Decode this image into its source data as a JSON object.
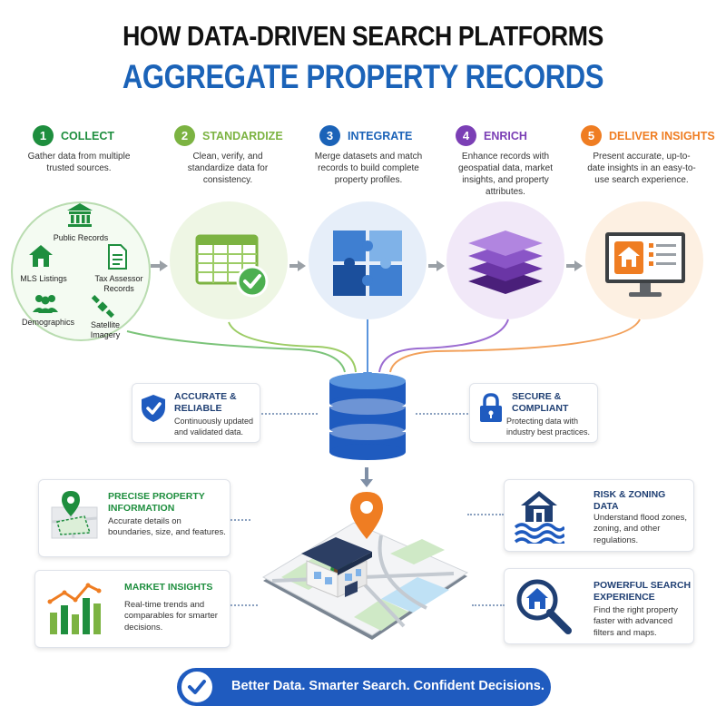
{
  "title": {
    "line1": "HOW DATA-DRIVEN SEARCH PLATFORMS",
    "line2": "AGGREGATE PROPERTY RECORDS"
  },
  "steps": [
    {
      "num": "1",
      "label": "COLLECT",
      "color": "#1e8e3e",
      "desc": "Gather data from multiple trusted sources."
    },
    {
      "num": "2",
      "label": "STANDARDIZE",
      "color": "#7cb342",
      "desc": "Clean, verify, and standardize data for consistency."
    },
    {
      "num": "3",
      "label": "INTEGRATE",
      "color": "#1b63b8",
      "desc": "Merge datasets and match records to build complete property profiles."
    },
    {
      "num": "4",
      "label": "ENRICH",
      "color": "#7b3fb5",
      "desc": "Enhance records with geospatial data, market insights, and property attributes."
    },
    {
      "num": "5",
      "label": "DELIVER INSIGHTS",
      "color": "#ef7d22",
      "desc": "Present accurate, up-to-date insights in an easy-to-use search experience."
    }
  ],
  "sources": {
    "public_records": "Public Records",
    "mls": "MLS Listings",
    "tax": "Tax Assessor Records",
    "demographics": "Demographics",
    "satellite": "Satellite Imagery"
  },
  "features": {
    "accurate": {
      "title": "ACCURATE & RELIABLE",
      "desc": "Continuously updated and validated data."
    },
    "secure": {
      "title": "SECURE & COMPLIANT",
      "desc": "Protecting data with industry best practices."
    },
    "precise": {
      "title": "PRECISE PROPERTY INFORMATION",
      "desc": "Accurate details on boundaries, size, and features."
    },
    "market": {
      "title": "MARKET INSIGHTS",
      "desc": "Real-time trends and comparables for smarter decisions."
    },
    "risk": {
      "title": "RISK & ZONING DATA",
      "desc": "Understand flood zones, zoning, and other regulations."
    },
    "search": {
      "title": "POWERFUL SEARCH EXPERIENCE",
      "desc": "Find the right property faster with advanced filters and maps."
    }
  },
  "tagline": "Better Data. Smarter Search. Confident Decisions.",
  "colors": {
    "green": "#1e8e3e",
    "light_green": "#7cb342",
    "blue": "#1b63b8",
    "purple": "#7b3fb5",
    "orange": "#ef7d22",
    "navy": "#1f3f73"
  }
}
